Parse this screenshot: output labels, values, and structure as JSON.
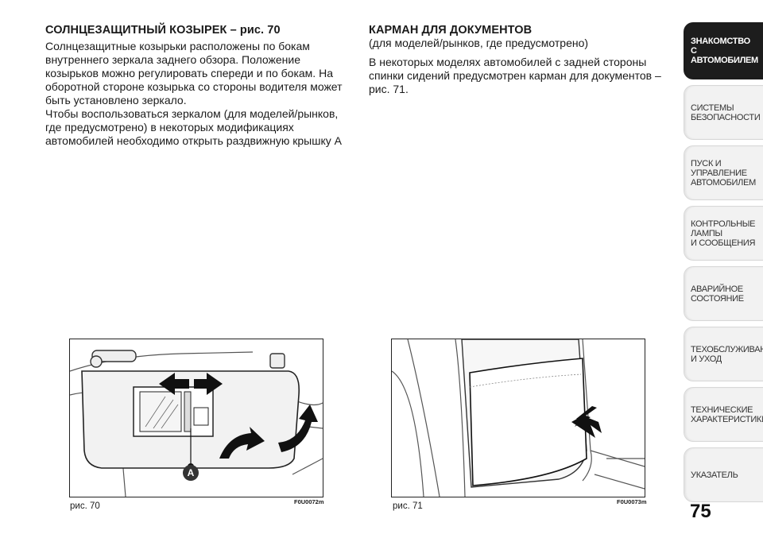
{
  "left": {
    "heading": "СОЛНЦЕЗАЩИТНЫЙ КОЗЫРЕК – рис. 70",
    "para1": "Солнцезащитные козырьки расположены по бокам внутреннего зеркала заднего обзора. Положение козырьков можно регулировать спереди и по бокам. На оборотной стороне козырька со стороны водителя может быть установлено зеркало.",
    "para2": "Чтобы воспользоваться зеркалом (для моделей/рынков, где предусмотрено) в некоторых модификациях автомобилей необходимо открыть раздвижную крышку A"
  },
  "right": {
    "heading": "КАРМАН ДЛЯ ДОКУМЕНТОВ",
    "subheading": "(для моделей/рынков, где предусмотрено)",
    "para1": "В некоторых моделях автомобилей с задней стороны спинки сидений предусмотрен карман для документов – рис. 71."
  },
  "fig70": {
    "caption": "рис. 70",
    "code": "F0U0072m",
    "label": "A"
  },
  "fig71": {
    "caption": "рис. 71",
    "code": "F0U0073m"
  },
  "page_number": "75",
  "tabs": [
    {
      "label": "ЗНАКОМСТВО С\nАВТОМОБИЛЕМ",
      "active": true
    },
    {
      "label": "СИСТЕМЫ\nБЕЗОПАСНОСТИ",
      "active": false
    },
    {
      "label": "ПУСК И УПРАВЛЕНИЕ\nАВТОМОБИЛЕМ",
      "active": false
    },
    {
      "label": "КОНТРОЛЬНЫЕ\nЛАМПЫ\nИ СООБЩЕНИЯ",
      "active": false
    },
    {
      "label": "АВАРИЙНОЕ\nСОСТОЯНИЕ",
      "active": false
    },
    {
      "label": "ТЕХОБСЛУЖИВАНИЕ\n И УХОД",
      "active": false
    },
    {
      "label": "ТЕХНИЧЕСКИЕ\nХАРАКТЕРИСТИКИ",
      "active": false
    },
    {
      "label": "УКАЗАТЕЛЬ",
      "active": false
    }
  ],
  "colors": {
    "active_tab": "#1d1d1d",
    "inactive_tab": "#f2f2f2"
  }
}
